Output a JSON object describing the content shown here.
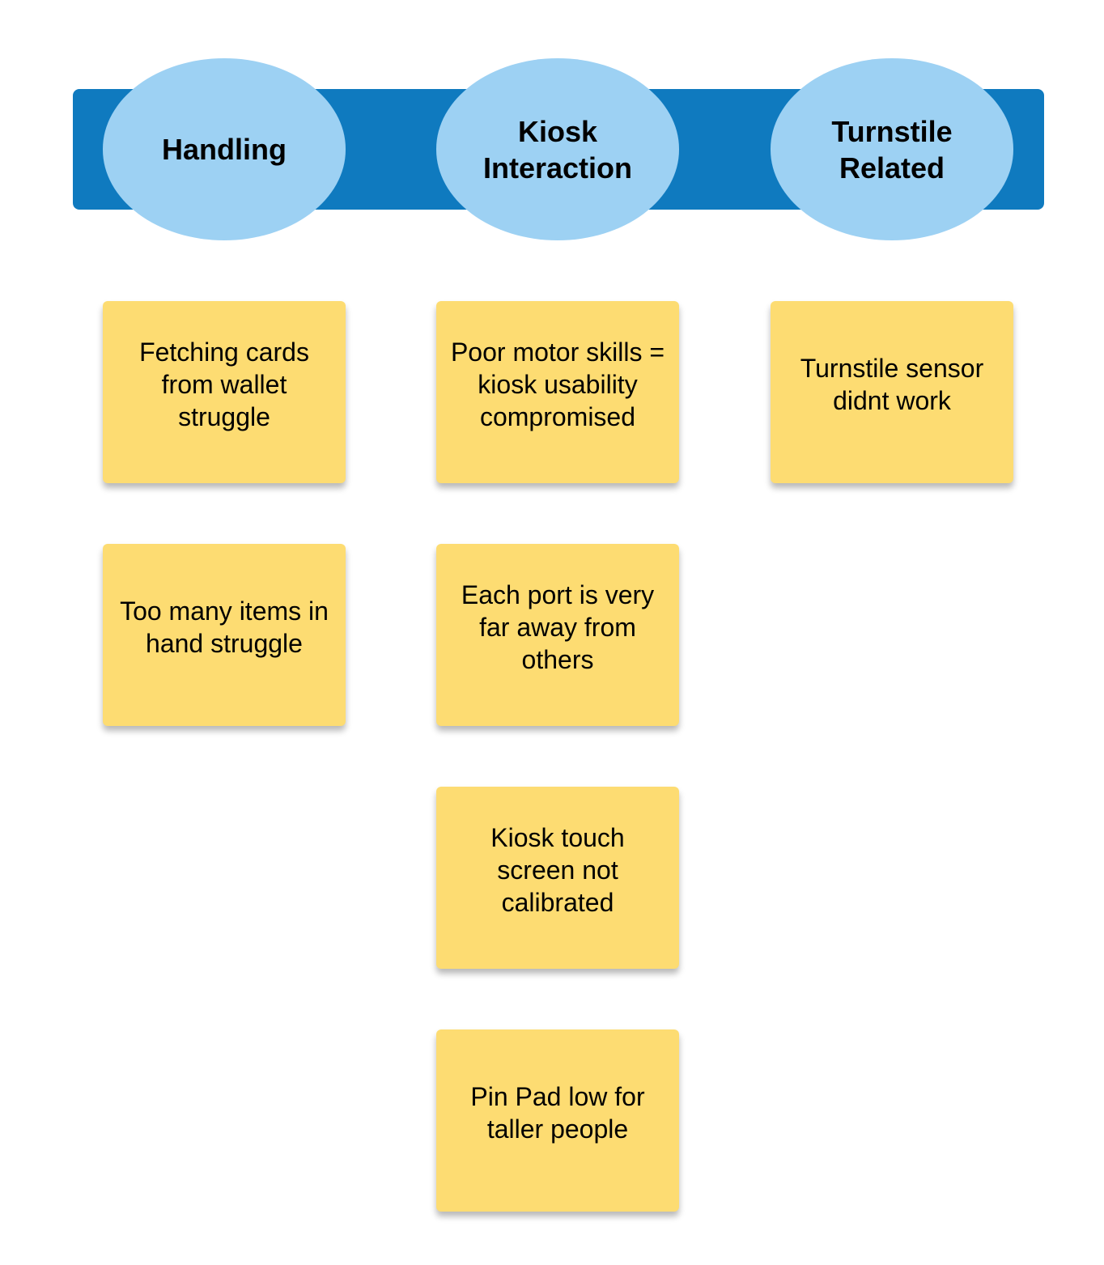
{
  "colors": {
    "band": "#0f7abf",
    "header_pill": "#9dd1f3",
    "note": "#fddc72",
    "text": "#000000"
  },
  "columns": [
    {
      "header": "Handling",
      "notes": [
        "Fetching cards\nfrom wallet\nstruggle",
        "Too many items in\nhand struggle"
      ]
    },
    {
      "header": "Kiosk\nInteraction",
      "notes": [
        "Poor motor skills =\nkiosk usability\ncompromised",
        "Each port is very\nfar away from\nothers",
        "Kiosk touch\nscreen not\ncalibrated",
        "Pin Pad low for\ntaller people"
      ]
    },
    {
      "header": "Turnstile\nRelated",
      "notes": [
        "Turnstile sensor\ndidnt work"
      ]
    }
  ]
}
